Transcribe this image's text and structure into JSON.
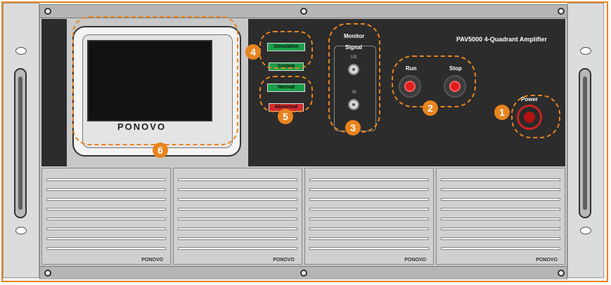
{
  "device": {
    "title": "PAV5000 4-Quadrant Amplifier",
    "brand": "PONOVO",
    "accent_color": "#e8841f"
  },
  "lcd": {
    "logo": "PONOVO"
  },
  "status": {
    "simulation": "Simulation",
    "system": "System",
    "normal": "Normal",
    "abnormal": "Abnormal"
  },
  "monitor": {
    "title": "Monitor",
    "signal": "Signal",
    "us": "US",
    "is": "IS"
  },
  "controls": {
    "run": "Run",
    "stop": "Stop",
    "power": "Power"
  },
  "callouts": [
    "1",
    "2",
    "3",
    "4",
    "5",
    "6"
  ],
  "vents": {
    "logos": [
      "PONOVO",
      "PONOVO",
      "PONOVO",
      "PONOVO"
    ]
  },
  "icons": [
    "screw-icon",
    "bnc-connector-icon",
    "rack-handle-icon"
  ]
}
